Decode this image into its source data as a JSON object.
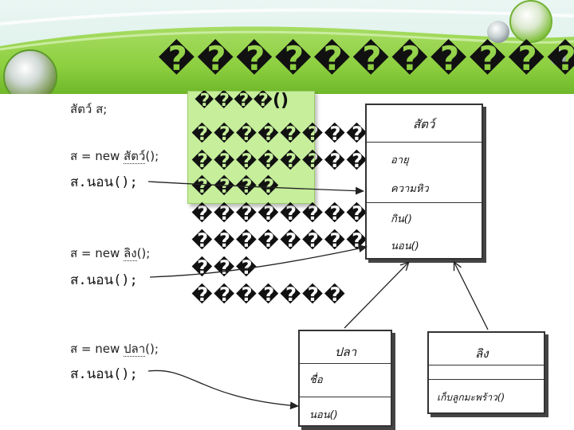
{
  "slide": {
    "title": "�������������"
  },
  "code": {
    "declaration": "สัตว์ ส;",
    "blocks": [
      {
        "assign_prefix": "ส = new ",
        "assign_class": "สัตว์",
        "assign_suffix": "();",
        "call": "ส.นอน();"
      },
      {
        "assign_prefix": "ส = new ",
        "assign_class": "ลิง",
        "assign_suffix": "();",
        "call": "ส.นอน();"
      },
      {
        "assign_prefix": "ส = new ",
        "assign_class": "ปลา",
        "assign_suffix": "();",
        "call": "ส.นอน();"
      }
    ]
  },
  "callout": {
    "heading": "����()",
    "body_lines": [
      "����������",
      "����������",
      "����",
      "���������",
      "���������",
      "���",
      "�������"
    ]
  },
  "uml": {
    "animal": {
      "name": "สัตว์",
      "attributes": [
        "อายุ",
        "ความหิว"
      ],
      "methods": [
        "กิน()",
        "นอน()"
      ]
    },
    "fish": {
      "name": "ปลา",
      "attributes": [
        "ชื่อ"
      ],
      "methods": [
        "นอน()"
      ]
    },
    "monkey": {
      "name": "ลิง",
      "attributes": [],
      "methods": [
        "เก็บลูกมะพร้าว()"
      ]
    }
  },
  "colors": {
    "header_green": "#8ccf3f",
    "callout_fill": "#c6ee9b",
    "line": "#222222"
  },
  "icons": [
    "decorative-sphere-icon",
    "arrow-icon"
  ]
}
